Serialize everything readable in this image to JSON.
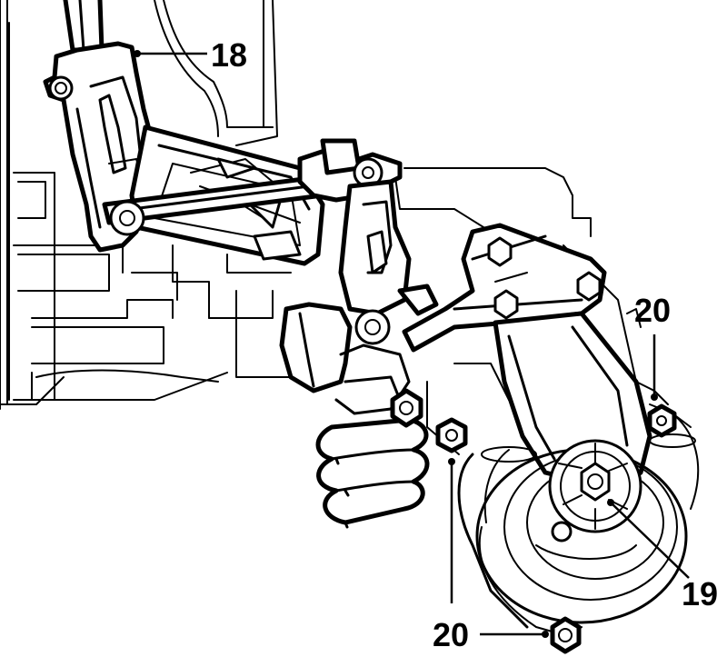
{
  "callouts": {
    "c18": "18",
    "c19": "19",
    "c20_right": "20",
    "c20_bottom": "20"
  },
  "colors": {
    "ink": "#000000",
    "paper": "#ffffff"
  }
}
